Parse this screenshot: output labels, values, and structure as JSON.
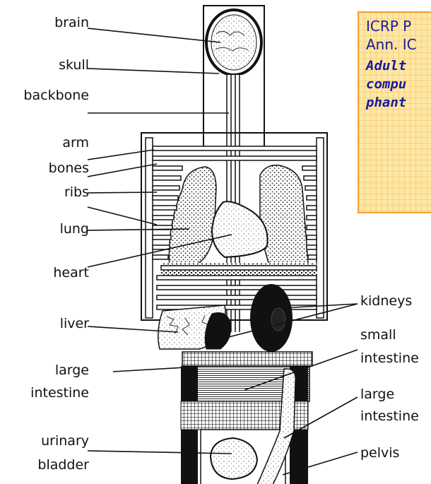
{
  "left_labels": {
    "brain": "brain",
    "skull": "skull",
    "backbone": "backbone",
    "arm_bones_1": "arm",
    "arm_bones_2": "bones",
    "ribs": "ribs",
    "lung": "lung",
    "heart": "heart",
    "liver": "liver",
    "large_intestine_1": "large",
    "large_intestine_2": "intestine",
    "urinary_bladder_1": "urinary",
    "urinary_bladder_2": "bladder"
  },
  "right_labels": {
    "kidneys": "kidneys",
    "small_intestine_1": "small",
    "small_intestine_2": "intestine",
    "large_intestine_1": "large",
    "large_intestine_2": "intestine",
    "pelvis": "pelvis"
  },
  "citation": {
    "line1": "ICRP P",
    "line2": "Ann. IC",
    "bold1": "Adult",
    "bold2": "compu",
    "bold3": "phant"
  },
  "colors": {
    "ink": "#111111",
    "citation_fill": "#fde7a5",
    "citation_border": "#f3a33b",
    "citation_text": "#1b1b9a"
  }
}
